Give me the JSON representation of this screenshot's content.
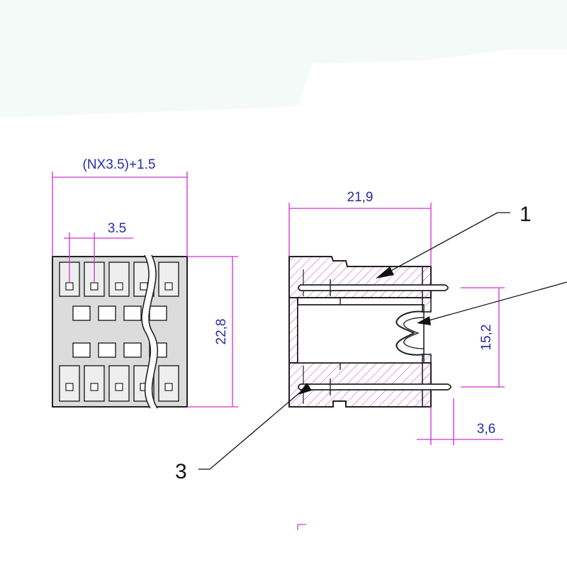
{
  "dimensions": {
    "overall_width": "(NX3.5)+1.5",
    "pitch": "3.5",
    "height_front": "22,8",
    "depth": "21,9",
    "pin_spacing": "15,2",
    "pin_offset": "3,6"
  },
  "callouts": {
    "item_1": "1",
    "item_3": "3"
  },
  "colors": {
    "dimension_line": "#d030d0",
    "dimension_text": "#2a2aa8",
    "outline": "#222222",
    "hatch": "#d060c8",
    "background": "#f4faf8"
  }
}
